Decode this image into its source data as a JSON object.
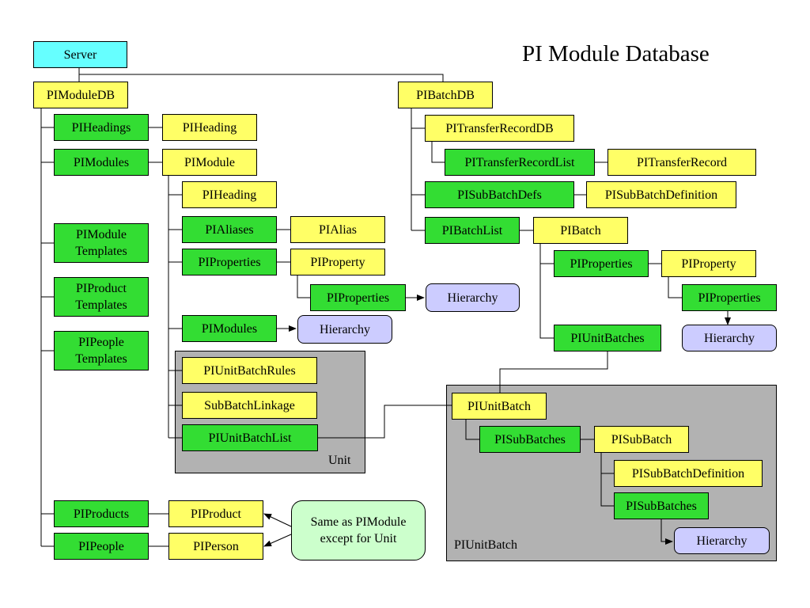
{
  "title": "PI Module Database",
  "nodes": {
    "server": "Server",
    "pimoduledb": "PIModuleDB",
    "piheadings": "PIHeadings",
    "piheading_a": "PIHeading",
    "pimodules_a": "PIModules",
    "pimodule": "PIModule",
    "piheading_b": "PIHeading",
    "pialiases": "PIAliases",
    "pialias": "PIAlias",
    "piproperties_a": "PIProperties",
    "piproperty_a": "PIProperty",
    "piproperties_b": "PIProperties",
    "hierarchy_a": "Hierarchy",
    "pimodules_b": "PIModules",
    "hierarchy_b": "Hierarchy",
    "piunitbatchrules": "PIUnitBatchRules",
    "subbatchlinkage": "SubBatchLinkage",
    "piunitbatchlist": "PIUnitBatchList",
    "pimodule_templates_1": "PIModule",
    "pimodule_templates_2": "Templates",
    "piproduct_templates_1": "PIProduct",
    "piproduct_templates_2": "Templates",
    "pipeople_templates_1": "PIPeople",
    "pipeople_templates_2": "Templates",
    "piproducts": "PIProducts",
    "piproduct": "PIProduct",
    "pipeople": "PIPeople",
    "piperson": "PIPerson",
    "note_1": "Same as PIModule",
    "note_2": "except for Unit",
    "pibatchdb": "PIBatchDB",
    "pitransferrecorddb": "PITransferRecordDB",
    "pitransferrecordlist": "PITransferRecordList",
    "pitransferrecord": "PITransferRecord",
    "pisubbatchdefs": "PISubBatchDefs",
    "pisubbatchdefinition_a": "PISubBatchDefinition",
    "pibatchlist": "PIBatchList",
    "pibatch": "PIBatch",
    "piproperties_c": "PIProperties",
    "piproperty_b": "PIProperty",
    "piproperties_d": "PIProperties",
    "hierarchy_c": "Hierarchy",
    "piunitbatches": "PIUnitBatches",
    "piunitbatch": "PIUnitBatch",
    "pisubbatches_a": "PISubBatches",
    "pisubbatch": "PISubBatch",
    "pisubbatchdefinition_b": "PISubBatchDefinition",
    "pisubbatches_b": "PISubBatches",
    "hierarchy_d": "Hierarchy"
  },
  "regions": {
    "unit": "Unit",
    "piunitbatch": "PIUnitBatch"
  },
  "colors": {
    "server": "#66ffff",
    "collection": "#33dd33",
    "object": "#ffff66",
    "hierarchy": "#ccccff",
    "note": "#ccffcc",
    "region": "#b2b2b2"
  }
}
